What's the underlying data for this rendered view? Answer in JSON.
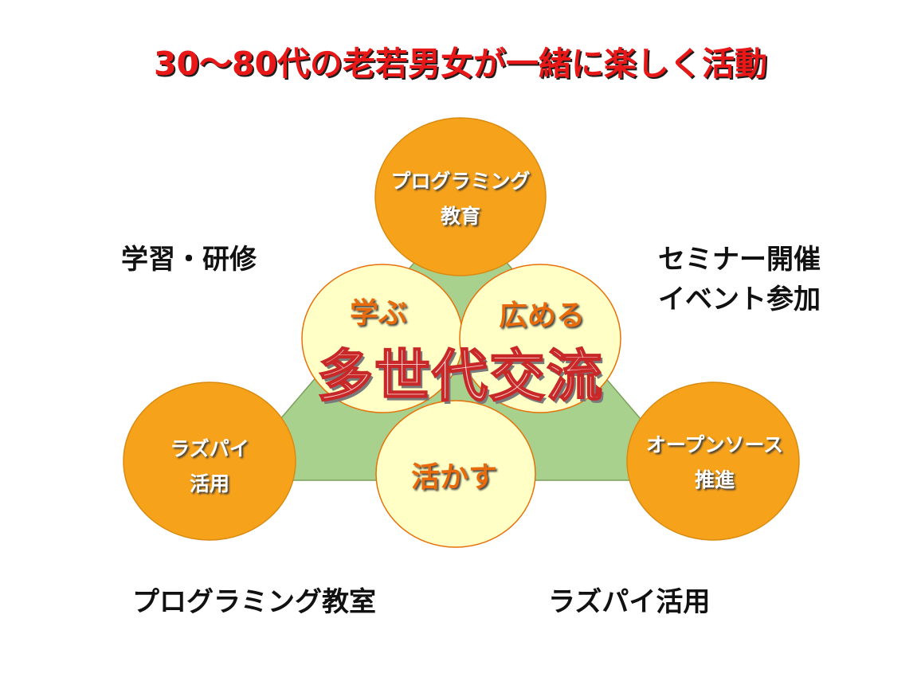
{
  "title": "30〜80代の老若男女が一緒に楽しく活動",
  "center_text": "多世代交流",
  "inner_circles": {
    "learn": "学ぶ",
    "spread": "広める",
    "apply": "活かす"
  },
  "outer_circles": {
    "top": {
      "line1": "プログラミング",
      "line2": "教育"
    },
    "left": {
      "line1": "ラズパイ",
      "line2": "活用"
    },
    "right": {
      "line1": "オープンソース",
      "line2": "推進"
    }
  },
  "side_labels": {
    "top_left": "学習・研修",
    "top_right_line1": "セミナー開催",
    "top_right_line2": "イベント参加",
    "bottom_left": "プログラミング教室",
    "bottom_right": "ラズパイ活用"
  },
  "colors": {
    "title": "#e81818",
    "triangle": "#a9d18e",
    "outer_circle": "#f7a21b",
    "inner_circle": "#ffffc6",
    "inner_text": "#e86a0a",
    "center_text_fill": "#ffd0d0",
    "center_text_stroke": "#c82828"
  }
}
